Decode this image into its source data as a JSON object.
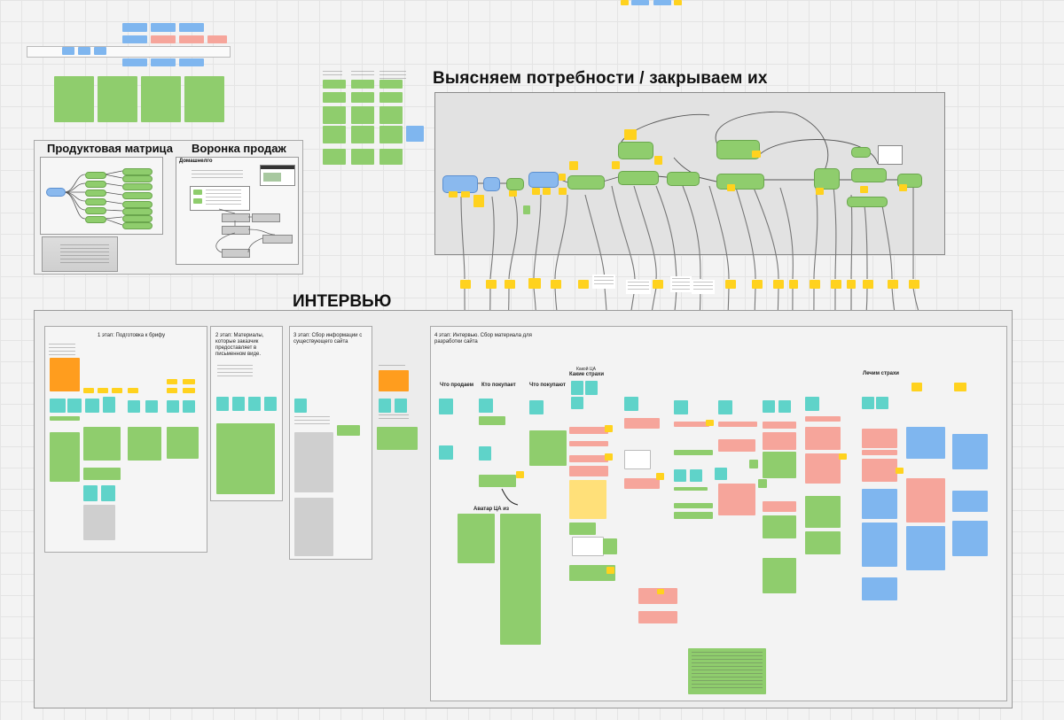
{
  "headings": {
    "needs": "Выясняем потребности   /   закрываем их",
    "interview": "ИНТЕРВЬЮ",
    "matrix": "Продуктовая матрица",
    "funnel": "Воронка продаж",
    "homemade": "Домашнелго"
  },
  "stages": {
    "stage1": "1 этап:    Подготовка к брифу",
    "stage2": "2 этап:    Материалы, которые заказчик предоставляет в письменном виде.",
    "stage3": "3 этап:    Сбор информации с существующего сайта",
    "stage4": "4 этап:    Интервью. Сбор материала для разработки сайта"
  },
  "stage4_columns": {
    "what_sell": "Что продаем",
    "who_buy": "Кто покупает",
    "what_buy": "Что покупают",
    "fears": "Какие страхи",
    "fears_pre": "Какой ЦА",
    "treat_fears": "Лечим страхи",
    "avatar": "Аватар ЦА из"
  },
  "colors": {
    "green": "#8fcd6d",
    "yellow": "#ffd21e",
    "orange": "#ff9d1e",
    "blue": "#7fb6ef",
    "pink": "#f6a59b",
    "teal": "#5fd3c9"
  }
}
